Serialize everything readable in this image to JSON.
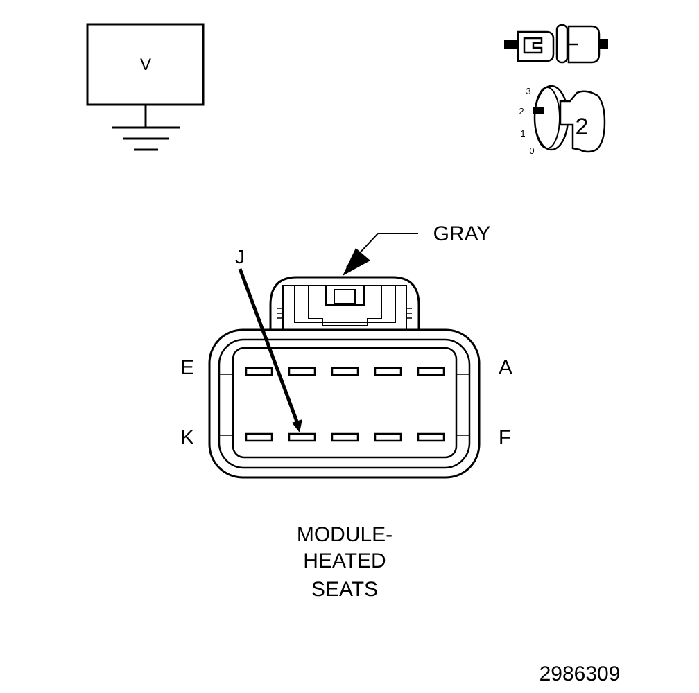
{
  "meter": {
    "symbol": "V"
  },
  "ignition_switch": {
    "scale": [
      "3",
      "2",
      "1",
      "0"
    ],
    "position": "2"
  },
  "connector": {
    "color_label": "GRAY",
    "pin_callout": "J",
    "pin_labels": {
      "top_left": "E",
      "top_right": "A",
      "bottom_left": "K",
      "bottom_right": "F"
    },
    "caption": [
      "MODULE-",
      "HEATED",
      "SEATS"
    ]
  },
  "figure_number": "2986309"
}
